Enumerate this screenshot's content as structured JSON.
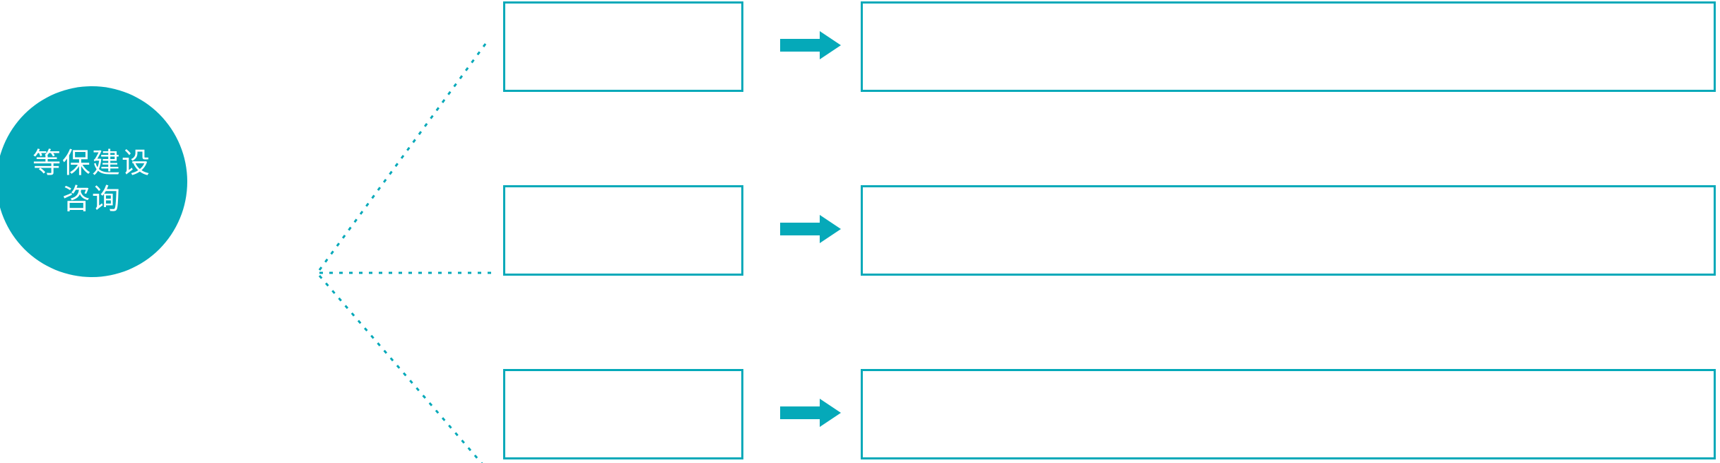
{
  "diagram": {
    "title": "等保建设咨询",
    "accent_color": "#05A9B9",
    "background_color": "#FFFFFF",
    "hub": {
      "label": "等保建设\n咨询",
      "shape": "circle",
      "fill": "#05A9B9",
      "text_color": "#FFFFFF"
    },
    "connector": {
      "style": "dotted",
      "color": "#05A9B9",
      "branch_count": 3
    },
    "rows": [
      {
        "index": 1,
        "label_box": {
          "text": "",
          "empty": true
        },
        "arrow_icon": "arrow-right-icon",
        "detail_box": {
          "text": "",
          "empty": true
        }
      },
      {
        "index": 2,
        "label_box": {
          "text": "",
          "empty": true
        },
        "arrow_icon": "arrow-right-icon",
        "detail_box": {
          "text": "",
          "empty": true
        }
      },
      {
        "index": 3,
        "label_box": {
          "text": "",
          "empty": true
        },
        "arrow_icon": "arrow-right-icon",
        "detail_box": {
          "text": "",
          "empty": true
        }
      }
    ]
  }
}
